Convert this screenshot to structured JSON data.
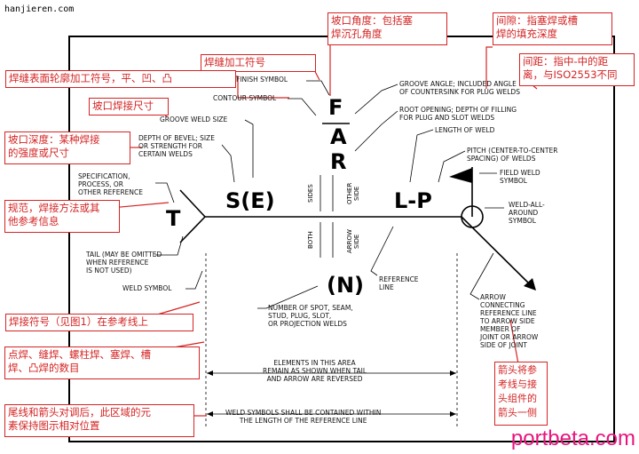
{
  "site_label": "hanjieren.com",
  "watermark": "portbeta.com",
  "colors": {
    "annotation": "#d42424",
    "watermark": "#e8147e",
    "ink": "#000000"
  },
  "symbols": {
    "F": "F",
    "A": "A",
    "R": "R",
    "T": "T",
    "SE": "S(E)",
    "LP": "L-P",
    "N": "(N)"
  },
  "labels": {
    "finish_symbol": "FINISH SYMBOL",
    "contour_symbol": "CONTOUR SYMBOL",
    "groove_weld_size": "GROOVE WELD SIZE",
    "depth_of_bevel": "DEPTH OF BEVEL; SIZE\nOR STRENGTH FOR\nCERTAIN WELDS",
    "specification": "SPECIFICATION,\nPROCESS, OR\nOTHER REFERENCE",
    "tail": "TAIL (MAY BE OMITTED\nWHEN REFERENCE\nIS NOT USED)",
    "weld_symbol": "WELD SYMBOL",
    "number_of_welds": "NUMBER OF SPOT, SEAM,\nSTUD, PLUG, SLOT,\nOR PROJECTION WELDS",
    "elements_area": "ELEMENTS IN THIS AREA\nREMAIN AS SHOWN WHEN TAIL\nAND ARROW ARE REVERSED",
    "contained": "WELD SYMBOLS SHALL BE CONTAINED WITHIN\nTHE LENGTH OF THE REFERENCE LINE",
    "groove_angle": "GROOVE ANGLE; INCLUDED ANGLE\nOF COUNTERSINK FOR PLUG WELDS",
    "root_opening": "ROOT OPENING; DEPTH OF FILLING\nFOR PLUG AND SLOT WELDS",
    "length_of_weld": "LENGTH OF WELD",
    "pitch": "PITCH (CENTER-TO-CENTER\nSPACING) OF WELDS",
    "field_weld": "FIELD WELD\nSYMBOL",
    "weld_all_around": "WELD-ALL-\nAROUND\nSYMBOL",
    "reference_line": "REFERENCE\nLINE",
    "arrow_connecting": "ARROW\nCONNECTING\nREFERENCE LINE\nTO ARROW SIDE\nMEMBER OF\nJOINT OR ARROW\nSIDE OF JOINT",
    "sides": "SIDES",
    "other_side": "OTHER\nSIDE",
    "both": "BOTH",
    "arrow_side": "ARROW\nSIDE"
  },
  "annotations": {
    "groove_angle_cn": "坡口角度：包括塞\n焊沉孔角度",
    "root_gap_cn": "间隙：指塞焊或槽\n焊的填充深度",
    "pitch_cn": "间距：指中-中的距\n离，与ISO2553不同",
    "finish_cn": "焊缝加工符号",
    "contour_cn": "焊缝表面轮廓加工符号，平、凹、凸",
    "groove_size_cn": "坡口焊接尺寸",
    "bevel_depth_cn": "坡口深度：某种焊接\n的强度或尺寸",
    "spec_cn": "规范，焊接方法或其\n他参考信息",
    "weld_symbol_cn": "焊接符号（见图1）在参考线上",
    "count_cn": "点焊、缝焊、螺柱焊、塞焊、槽\n焊、凸焊的数目",
    "reversed_cn": "尾线和箭头对调后，此区域的元\n素保持图示相对位置",
    "arrow_cn": "箭头将参\n考线与接\n头组件的\n箭头一侧"
  }
}
